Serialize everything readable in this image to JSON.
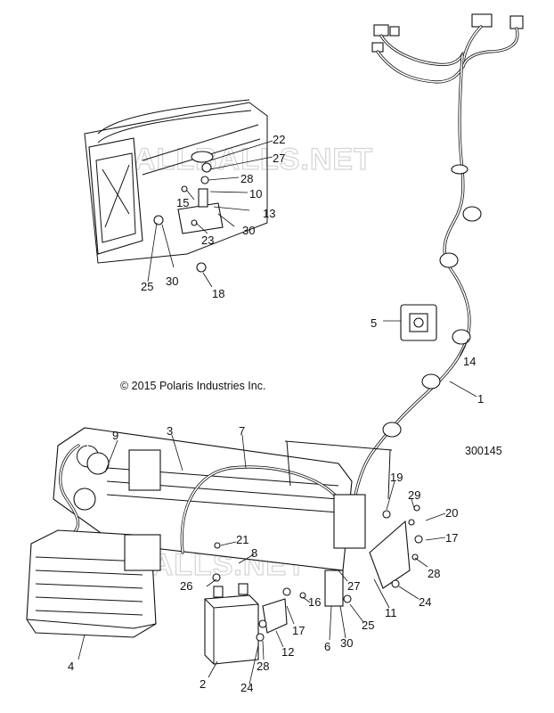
{
  "copyright": "© 2015 Polaris Industries Inc.",
  "diagram_number": "300145",
  "watermarks": [
    "ALLBALLS.NET",
    "ALLBALLS.NET"
  ],
  "callouts": [
    {
      "id": "c22",
      "text": "22"
    },
    {
      "id": "c27a",
      "text": "27"
    },
    {
      "id": "c28a",
      "text": "28"
    },
    {
      "id": "c10",
      "text": "10"
    },
    {
      "id": "c13",
      "text": "13"
    },
    {
      "id": "c15",
      "text": "15"
    },
    {
      "id": "c23",
      "text": "23"
    },
    {
      "id": "c30a",
      "text": "30"
    },
    {
      "id": "c25a",
      "text": "25"
    },
    {
      "id": "c30b",
      "text": "30"
    },
    {
      "id": "c18",
      "text": "18"
    },
    {
      "id": "c5",
      "text": "5"
    },
    {
      "id": "c14",
      "text": "14"
    },
    {
      "id": "c1",
      "text": "1"
    },
    {
      "id": "c9",
      "text": "9"
    },
    {
      "id": "c3",
      "text": "3"
    },
    {
      "id": "c7",
      "text": "7"
    },
    {
      "id": "c19",
      "text": "19"
    },
    {
      "id": "c29",
      "text": "29"
    },
    {
      "id": "c20",
      "text": "20"
    },
    {
      "id": "c17a",
      "text": "17"
    },
    {
      "id": "c21",
      "text": "21"
    },
    {
      "id": "c8",
      "text": "8"
    },
    {
      "id": "c28b",
      "text": "28"
    },
    {
      "id": "c26",
      "text": "26"
    },
    {
      "id": "c27b",
      "text": "27"
    },
    {
      "id": "c16",
      "text": "16"
    },
    {
      "id": "c11",
      "text": "11"
    },
    {
      "id": "c24a",
      "text": "24"
    },
    {
      "id": "c25b",
      "text": "25"
    },
    {
      "id": "c17b",
      "text": "17"
    },
    {
      "id": "c12",
      "text": "12"
    },
    {
      "id": "c30c",
      "text": "30"
    },
    {
      "id": "c6",
      "text": "6"
    },
    {
      "id": "c4",
      "text": "4"
    },
    {
      "id": "c28c",
      "text": "28"
    },
    {
      "id": "c2",
      "text": "2"
    },
    {
      "id": "c24b",
      "text": "24"
    }
  ]
}
